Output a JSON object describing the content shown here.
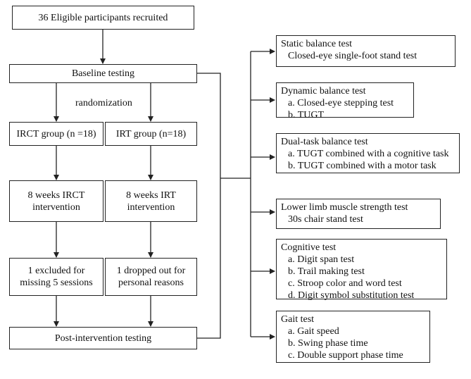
{
  "left": {
    "recruit": "36 Eligible participants recruited",
    "baseline": "Baseline testing",
    "randomization": "randomization",
    "irct_group": "IRCT group (n =18)",
    "irt_group": "IRT group (n=18)",
    "irct_intervention": [
      "8 weeks IRCT",
      "intervention"
    ],
    "irt_intervention": [
      "8 weeks IRT",
      "intervention"
    ],
    "irct_excluded": [
      "1 excluded for",
      "missing 5 sessions"
    ],
    "irt_dropped": [
      "1 dropped out for",
      "personal reasons"
    ],
    "post": "Post-intervention testing"
  },
  "tests": [
    {
      "title": "Static balance test",
      "items": [
        "Closed-eye single-foot stand test"
      ]
    },
    {
      "title": "Dynamic balance test",
      "items": [
        "a. Closed-eye stepping test",
        "b. TUGT"
      ]
    },
    {
      "title": "Dual-task balance test",
      "items": [
        "a. TUGT combined with a cognitive task",
        "b. TUGT combined with a motor task"
      ]
    },
    {
      "title": "Lower limb muscle strength test",
      "items": [
        "30s chair stand test"
      ]
    },
    {
      "title": "Cognitive test",
      "items": [
        "a. Digit span test",
        "b. Trail making test",
        "c. Stroop color and word test",
        "d. Digit symbol substitution test"
      ]
    },
    {
      "title": "Gait test",
      "items": [
        "a. Gait speed",
        "b. Swing phase time",
        "c. Double support phase time"
      ]
    }
  ]
}
